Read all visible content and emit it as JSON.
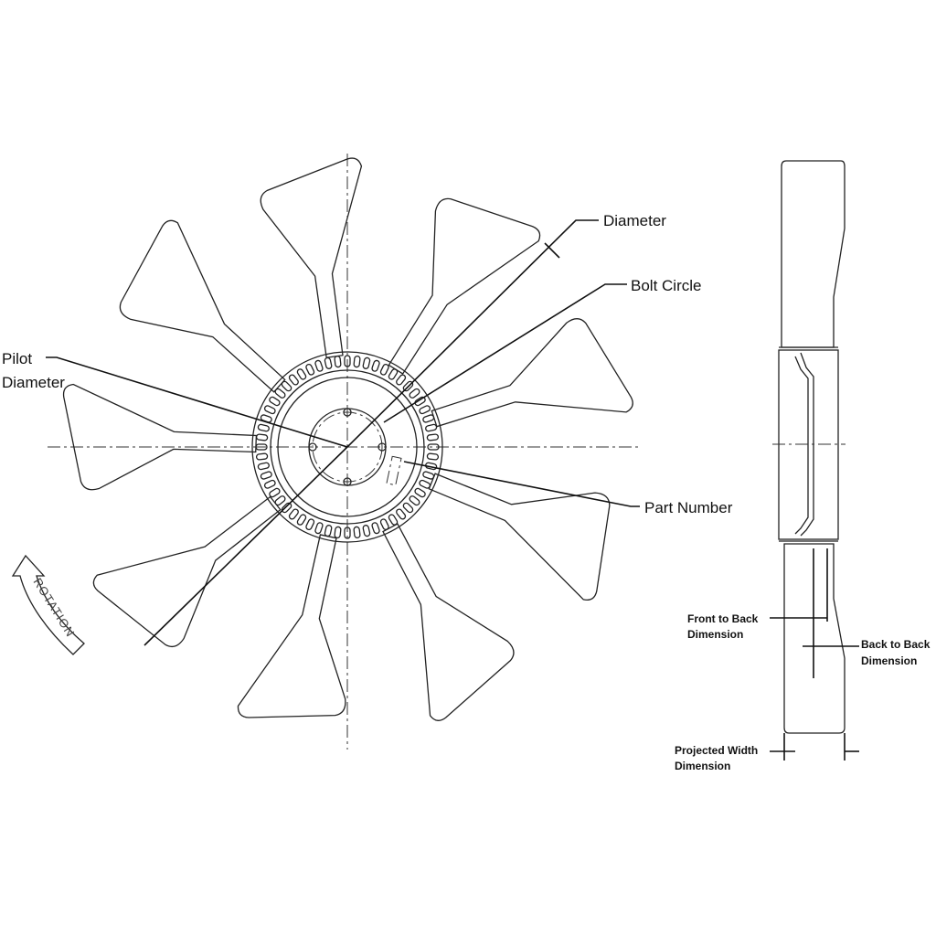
{
  "labels": {
    "diameter": "Diameter",
    "bolt_circle": "Bolt Circle",
    "pilot_line1": "Pilot",
    "pilot_line2": "Diameter",
    "part_number": "Part Number",
    "rotation": "ROTATION",
    "front_to_back_1": "Front to Back",
    "front_to_back_2": "Dimension",
    "back_to_back_1": "Back to Back",
    "back_to_back_2": "Dimension",
    "projected_width_1": "Projected Width",
    "projected_width_2": "Dimension"
  },
  "fan": {
    "blade_count": 9
  }
}
